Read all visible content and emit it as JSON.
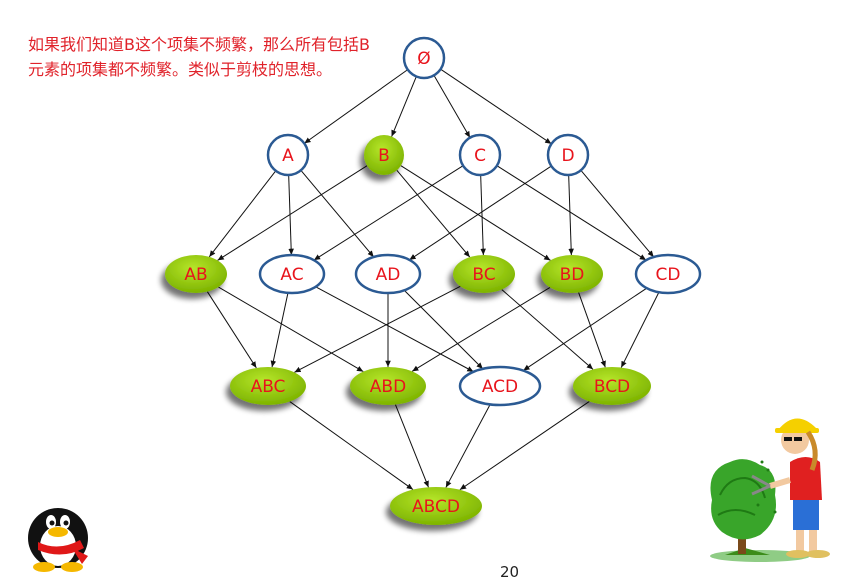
{
  "note": {
    "text": "如果我们知道B这个项集不频繁，那么所有包括B元素的项集都不频繁。类似于剪枝的思想。"
  },
  "page_number": "20",
  "colors": {
    "pruned_fill": "#8fc400",
    "node_border": "#2b5a93",
    "label": "#e8141c",
    "edge": "#111111",
    "note": "#e0222a"
  },
  "lattice": {
    "nodes": [
      {
        "id": "empty",
        "label": "Ø",
        "pruned": false
      },
      {
        "id": "A",
        "label": "A",
        "pruned": false
      },
      {
        "id": "B",
        "label": "B",
        "pruned": true
      },
      {
        "id": "C",
        "label": "C",
        "pruned": false
      },
      {
        "id": "D",
        "label": "D",
        "pruned": false
      },
      {
        "id": "AB",
        "label": "AB",
        "pruned": true
      },
      {
        "id": "AC",
        "label": "AC",
        "pruned": false
      },
      {
        "id": "AD",
        "label": "AD",
        "pruned": false
      },
      {
        "id": "BC",
        "label": "BC",
        "pruned": true
      },
      {
        "id": "BD",
        "label": "BD",
        "pruned": true
      },
      {
        "id": "CD",
        "label": "CD",
        "pruned": false
      },
      {
        "id": "ABC",
        "label": "ABC",
        "pruned": true
      },
      {
        "id": "ABD",
        "label": "ABD",
        "pruned": true
      },
      {
        "id": "ACD",
        "label": "ACD",
        "pruned": false
      },
      {
        "id": "BCD",
        "label": "BCD",
        "pruned": true
      },
      {
        "id": "ABCD",
        "label": "ABCD",
        "pruned": true
      }
    ],
    "edges": [
      [
        "empty",
        "A"
      ],
      [
        "empty",
        "B"
      ],
      [
        "empty",
        "C"
      ],
      [
        "empty",
        "D"
      ],
      [
        "A",
        "AB"
      ],
      [
        "A",
        "AC"
      ],
      [
        "A",
        "AD"
      ],
      [
        "B",
        "AB"
      ],
      [
        "B",
        "BC"
      ],
      [
        "B",
        "BD"
      ],
      [
        "C",
        "AC"
      ],
      [
        "C",
        "BC"
      ],
      [
        "C",
        "CD"
      ],
      [
        "D",
        "AD"
      ],
      [
        "D",
        "BD"
      ],
      [
        "D",
        "CD"
      ],
      [
        "AB",
        "ABC"
      ],
      [
        "AB",
        "ABD"
      ],
      [
        "AC",
        "ABC"
      ],
      [
        "AC",
        "ACD"
      ],
      [
        "AD",
        "ABD"
      ],
      [
        "AD",
        "ACD"
      ],
      [
        "BC",
        "ABC"
      ],
      [
        "BC",
        "BCD"
      ],
      [
        "BD",
        "ABD"
      ],
      [
        "BD",
        "BCD"
      ],
      [
        "CD",
        "ACD"
      ],
      [
        "CD",
        "BCD"
      ],
      [
        "ABC",
        "ABCD"
      ],
      [
        "ABD",
        "ABCD"
      ],
      [
        "ACD",
        "ABCD"
      ],
      [
        "BCD",
        "ABCD"
      ]
    ]
  },
  "illustrations": {
    "left": "penguin-mascot-icon",
    "right": "gardener-pruning-bush-icon"
  }
}
